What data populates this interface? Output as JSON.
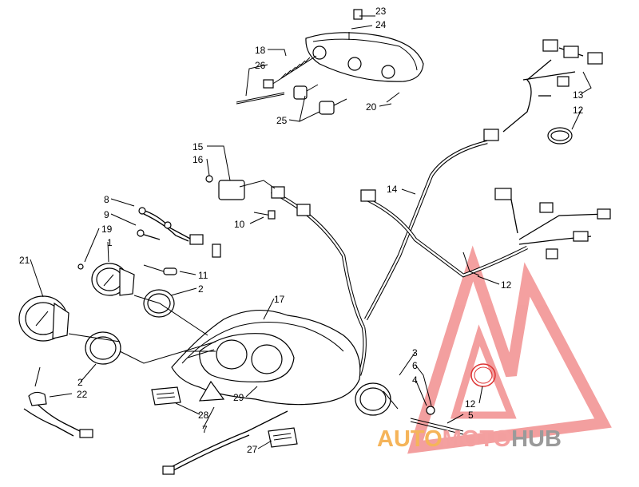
{
  "callouts": {
    "c23": "23",
    "c24": "24",
    "c18": "18",
    "c26": "26",
    "c20": "20",
    "c25": "25",
    "c13": "13",
    "c12a": "12",
    "c15": "15",
    "c16": "16",
    "c14": "14",
    "c10": "10",
    "c8": "8",
    "c9": "9",
    "c19": "19",
    "c1": "1",
    "c11": "11",
    "c2a": "2",
    "c21": "21",
    "c17": "17",
    "c12b": "12",
    "c3": "3",
    "c6": "6",
    "c4": "4",
    "c2b": "2",
    "c22": "22",
    "c29": "29",
    "c28": "28",
    "c7": "7",
    "c12c": "12",
    "c5": "5",
    "c27": "27"
  },
  "watermark": {
    "part1": "AUTO",
    "part2": "MOTO",
    "part3": "HUB",
    "color_auto": "#f5b45a",
    "color_moto": "#f4a0a0",
    "color_hub": "#9a9a9a",
    "logo_color": "#f08080"
  }
}
